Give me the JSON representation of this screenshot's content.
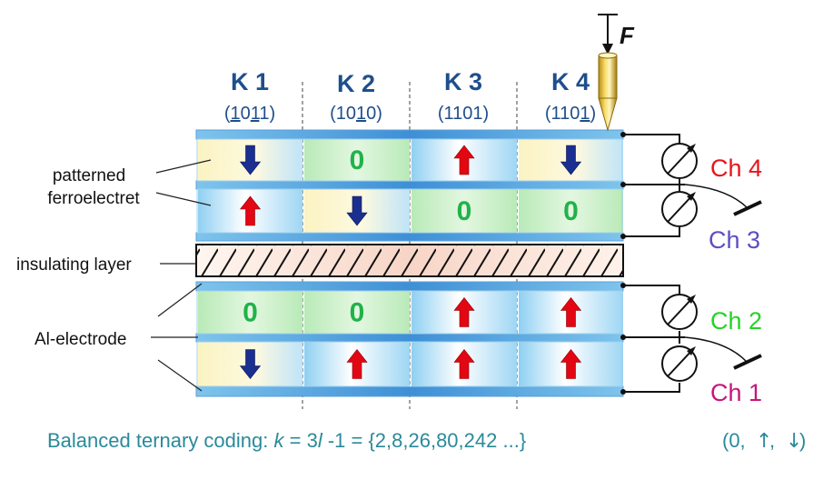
{
  "columns": [
    {
      "label": "K 1",
      "code_parts": [
        "(",
        "1",
        "0",
        "1",
        "1",
        ")"
      ],
      "code_underline": [
        false,
        true,
        false,
        true,
        false,
        false
      ]
    },
    {
      "label": "K 2",
      "code_parts": [
        "(",
        "1",
        "0",
        "1",
        "0",
        ")"
      ],
      "code_underline": [
        false,
        false,
        false,
        true,
        false,
        false
      ]
    },
    {
      "label": "K 3",
      "code_parts": [
        "(",
        "1",
        "1",
        "0",
        "1",
        ")"
      ],
      "code_underline": [
        false,
        false,
        false,
        false,
        false,
        false
      ]
    },
    {
      "label": "K 4",
      "code_parts": [
        "(",
        "1",
        "1",
        "0",
        "1",
        ")"
      ],
      "code_underline": [
        false,
        false,
        false,
        false,
        true,
        false
      ]
    }
  ],
  "force_label": "F",
  "layers": {
    "row1": [
      "down",
      "0",
      "up",
      "down"
    ],
    "row2": [
      "up",
      "down",
      "0",
      "0"
    ],
    "row3": [
      "0",
      "0",
      "up",
      "up"
    ],
    "row4": [
      "down",
      "up",
      "up",
      "up"
    ]
  },
  "zero_symbol": "0",
  "labels": {
    "patterned_line1": "patterned",
    "patterned_line2": "ferroelectret",
    "insulating": "insulating layer",
    "electrode": "Al-electrode"
  },
  "channels": [
    {
      "name": "Ch 4",
      "color": "#e8141c"
    },
    {
      "name": "Ch 3",
      "color": "#5b4fc4"
    },
    {
      "name": "Ch 2",
      "color": "#25d425"
    },
    {
      "name": "Ch 1",
      "color": "#c8157a"
    }
  ],
  "caption": {
    "prefix": "Balanced ternary coding: ",
    "k": "k",
    "eq1": " = 3",
    "l": "l",
    "eq2": " -1 = {2,8,26,80,242 ...}",
    "tuple_open": "(0,",
    "tuple_sep": " ,",
    "tuple_close": ")",
    "glyph1": "↑",
    "glyph2": "↓"
  },
  "colors": {
    "title": "#1f4e8c",
    "code": "#1f4e8c",
    "caption": "#2a8a9a",
    "arrow_up": "#e30613",
    "arrow_down": "#1a2f8f",
    "zero": "#21b24a"
  }
}
